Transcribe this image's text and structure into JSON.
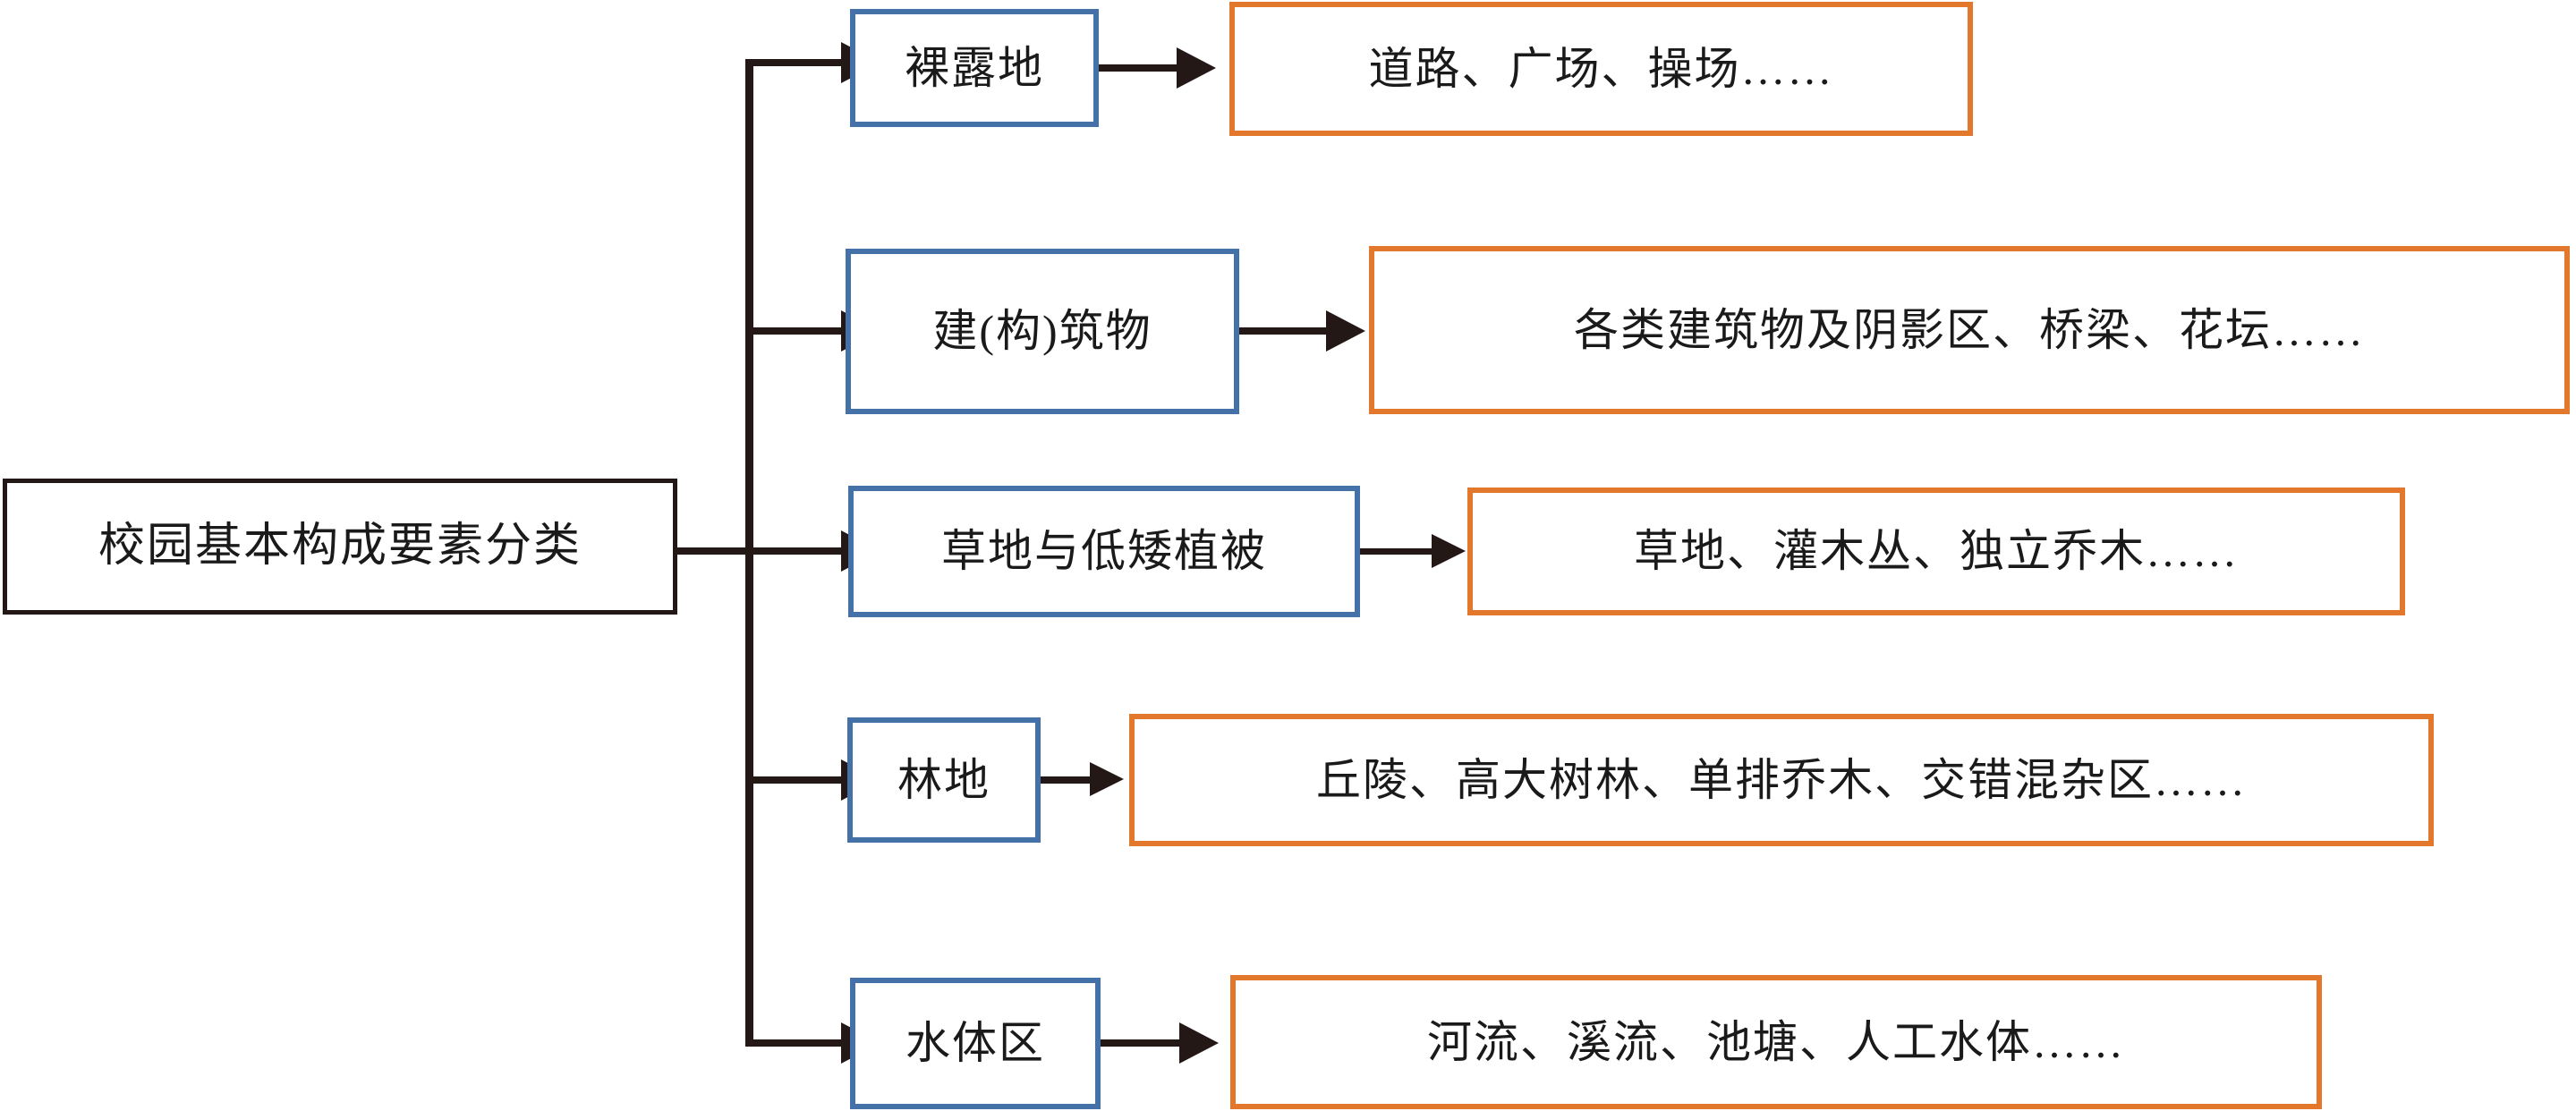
{
  "diagram": {
    "title": "校园基本构成要素分类",
    "type": "classification-tree",
    "orientation": "left-to-right",
    "colors": {
      "root_border": "#231815",
      "category_border": "#4472a8",
      "detail_border": "#E3782C",
      "connector": "#231815",
      "text": "#1a1a1a",
      "background": "#ffffff"
    }
  },
  "root": {
    "label": "校园基本构成要素分类"
  },
  "branches": [
    {
      "category": "裸露地",
      "detail": "道路、广场、操场……"
    },
    {
      "category": "建(构)筑物",
      "detail": "各类建筑物及阴影区、桥梁、花坛……"
    },
    {
      "category": "草地与低矮植被",
      "detail": "草地、灌木丛、独立乔木……"
    },
    {
      "category": "林地",
      "detail": "丘陵、高大树林、单排乔木、交错混杂区……"
    },
    {
      "category": "水体区",
      "detail": "河流、溪流、池塘、人工水体……"
    }
  ]
}
